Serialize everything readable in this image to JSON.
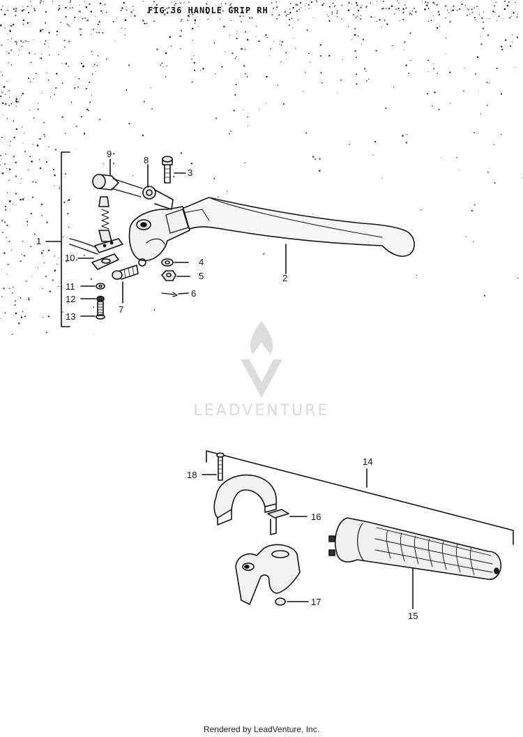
{
  "figure_title": "FIG.36 HANDLE GRIP RH",
  "watermark": "LEADVENTURE",
  "footer": "Rendered by LeadVenture, Inc.",
  "callouts": [
    "1",
    "2",
    "3",
    "4",
    "5",
    "6",
    "7",
    "8",
    "9",
    "10",
    "11",
    "12",
    "13",
    "14",
    "15",
    "16",
    "17",
    "18"
  ]
}
